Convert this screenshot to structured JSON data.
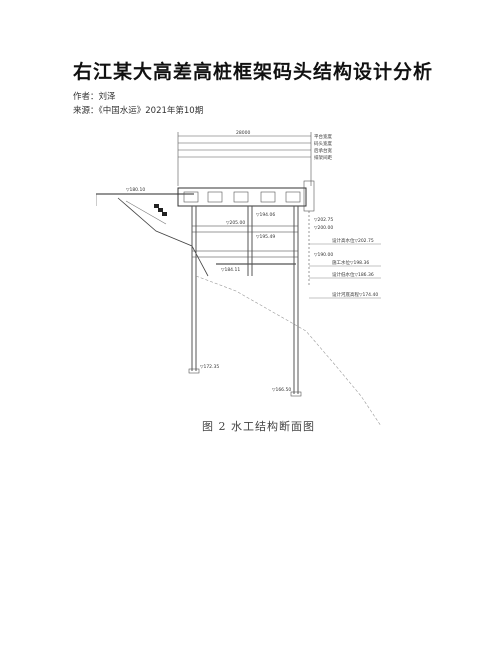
{
  "document": {
    "title": "右江某大高差高桩框架码头结构设计分析",
    "author": "作者：刘泽",
    "source": "来源：《中国水运》2021年第10期"
  },
  "figure": {
    "caption": "图 2  水工结构断面图",
    "dimension_labels": {
      "overall_width": "28000",
      "top_row_right": "平台宽度",
      "second_row_right": "码头宽度",
      "third_row_right": "后承台宽",
      "bottom_row_right": "排架间距"
    },
    "elevation_labels": {
      "top_left": "▽180.10",
      "deck": "▽194.06",
      "upper_beam": "▽205.00",
      "middle_beam": "▽195.49",
      "lower_beam": "▽184.11",
      "pile_tip_left": "▽172.35",
      "pile_tip_right": "▽166.50",
      "right_upper_1": "▽202.75",
      "right_upper_2": "▽200.00",
      "right_mid": "▽190.00"
    },
    "water_levels": {
      "design_high": "设计高水位▽202.75",
      "navigation_high": "施工水位▽198.36",
      "design_low": "设计低水位▽186.36",
      "riverbed": "设计河底高程▽174.40"
    }
  }
}
